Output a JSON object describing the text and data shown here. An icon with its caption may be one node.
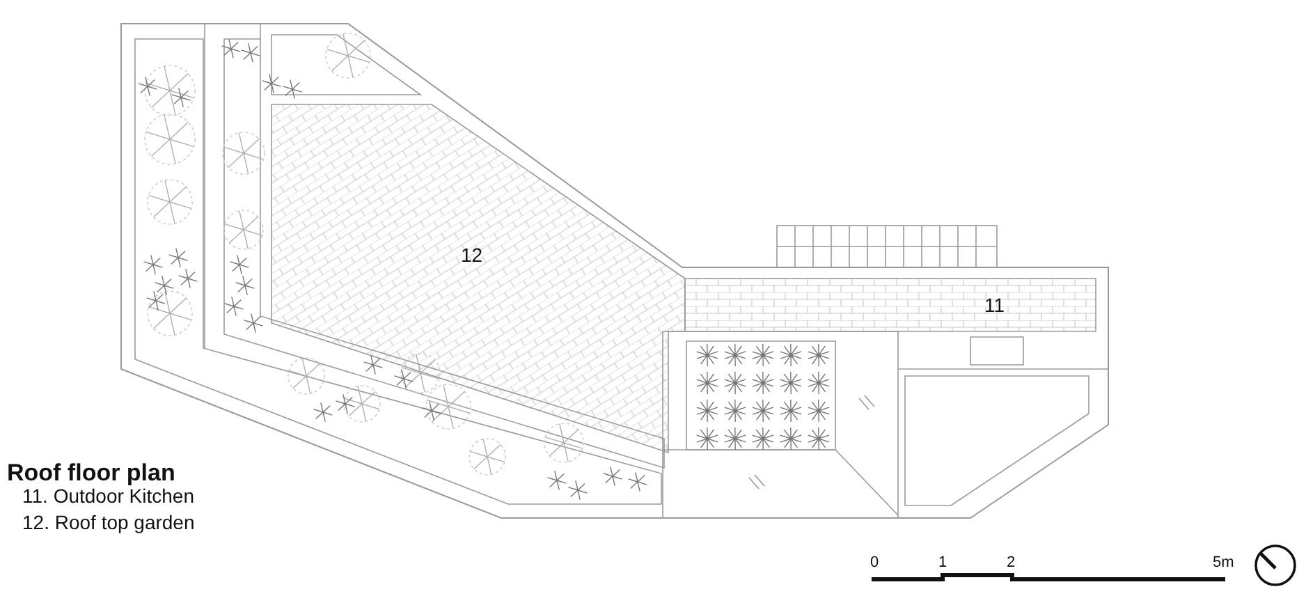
{
  "diagram": {
    "title": "Roof floor plan",
    "labels": [
      "12",
      "11",
      "11. Outdoor Kitchen",
      "12. Roof top garden",
      "0",
      "1",
      "2",
      "5m"
    ]
  }
}
